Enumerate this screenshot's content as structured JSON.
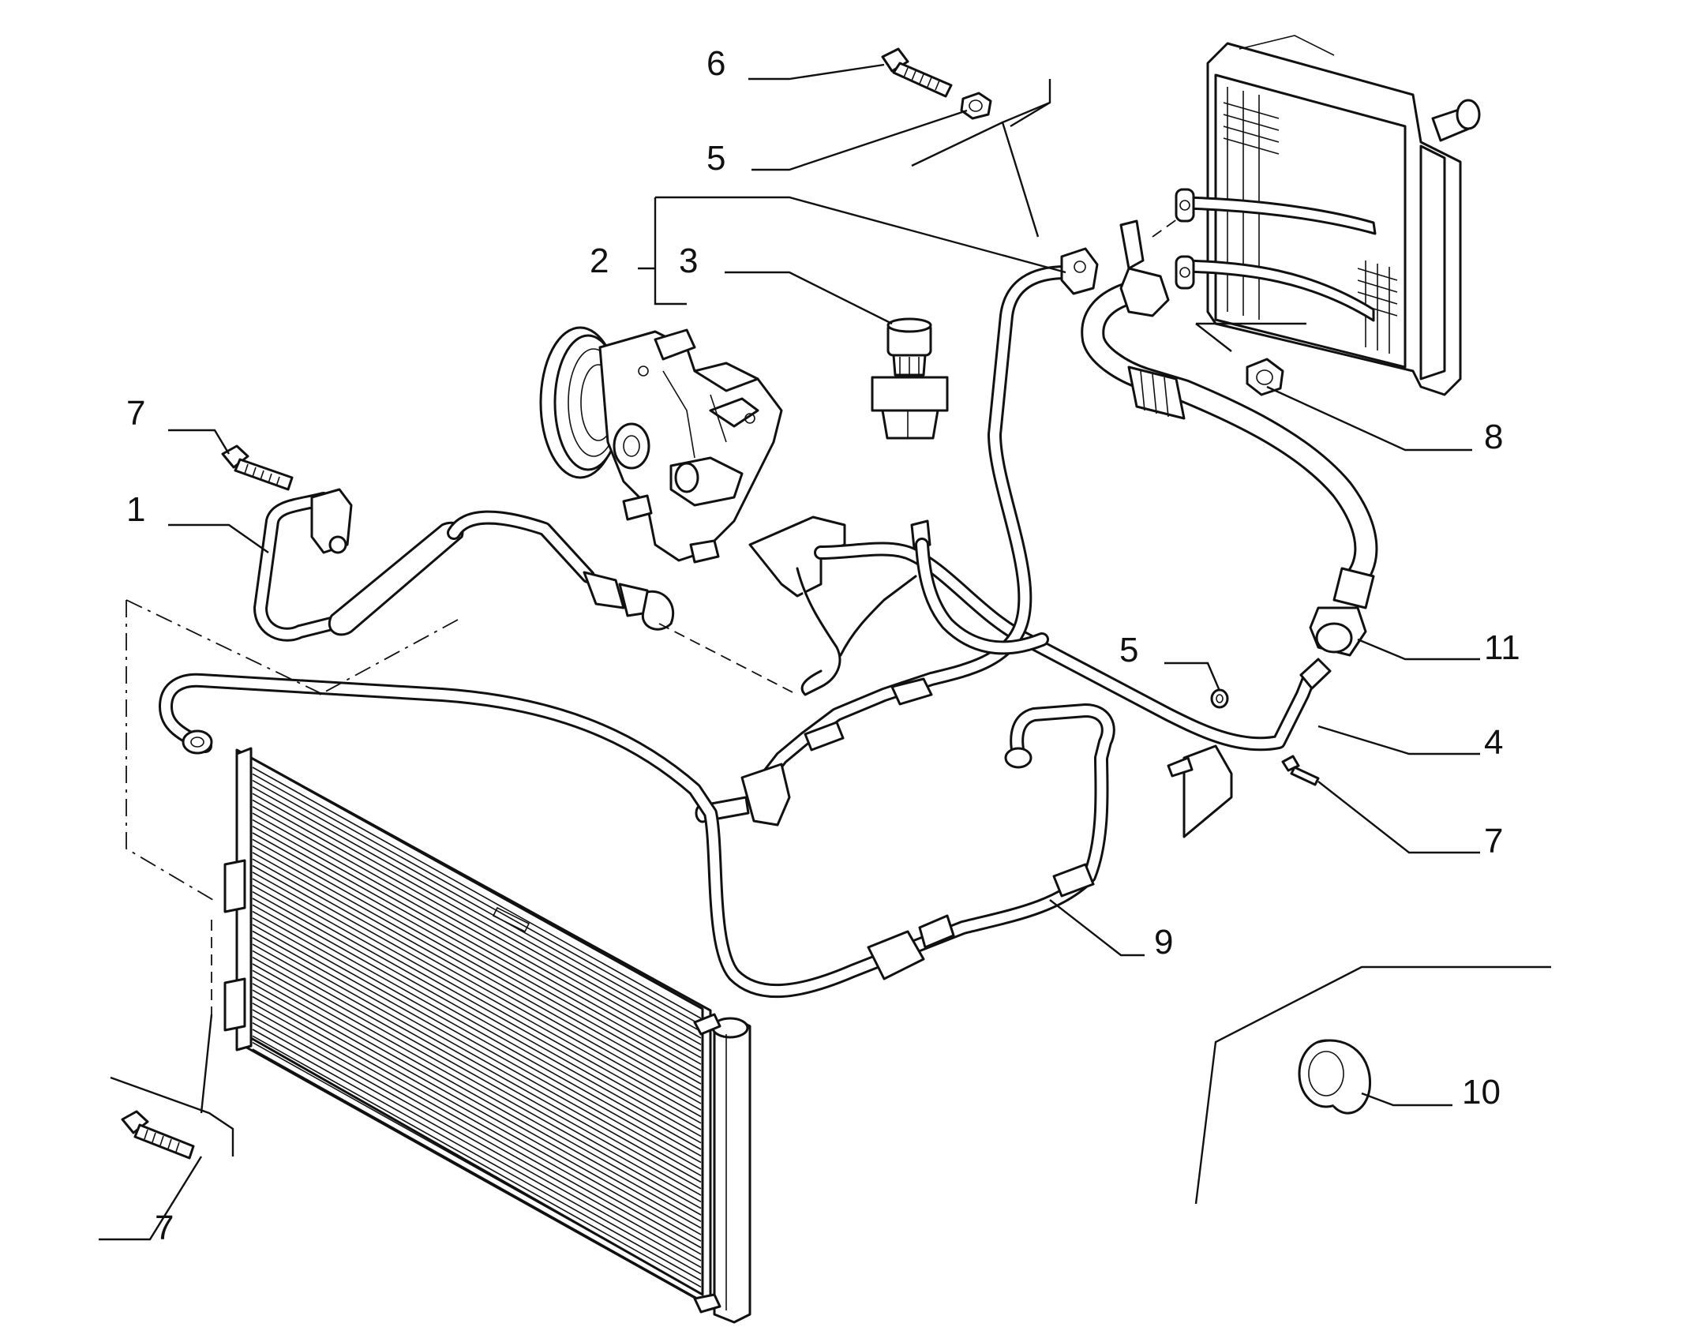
{
  "callouts": [
    {
      "id": "c6",
      "label": "6"
    },
    {
      "id": "c5a",
      "label": "5"
    },
    {
      "id": "c2",
      "label": "2"
    },
    {
      "id": "c3",
      "label": "3"
    },
    {
      "id": "c7a",
      "label": "7"
    },
    {
      "id": "c1",
      "label": "1"
    },
    {
      "id": "c8",
      "label": "8"
    },
    {
      "id": "c11",
      "label": "11"
    },
    {
      "id": "c5b",
      "label": "5"
    },
    {
      "id": "c4",
      "label": "4"
    },
    {
      "id": "c7b",
      "label": "7"
    },
    {
      "id": "c9",
      "label": "9"
    },
    {
      "id": "c10",
      "label": "10"
    },
    {
      "id": "c7c",
      "label": "7"
    }
  ],
  "parts": {
    "compressor": "compressor-icon",
    "condenser": "condenser-icon",
    "evaporator": "evaporator-icon",
    "pressure_switch": "pressure-switch-icon",
    "seal_ring": "seal-ring-icon"
  }
}
